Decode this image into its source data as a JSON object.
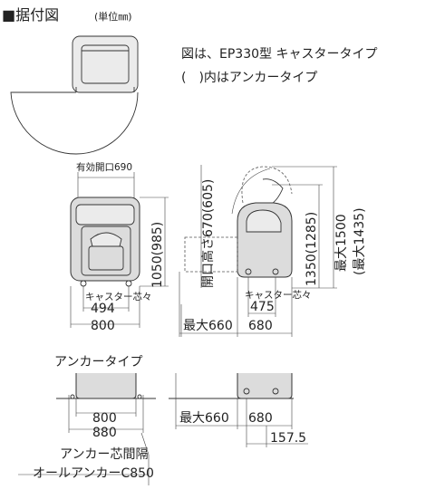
{
  "title": {
    "main": "■据付図",
    "unit": "(単位㎜)"
  },
  "notes": {
    "line1": "図は、EP330型 キャスタータイプ",
    "line2": "(　)内はアンカータイプ"
  },
  "front_view": {
    "opening_width": "有効開口690",
    "height": "1050(985)",
    "caster_center_label": "キャスター芯々",
    "caster_center": "494",
    "width": "800"
  },
  "side_view": {
    "opening_height": "開口高さ670(605)",
    "height": "1350(1285)",
    "max_height": "最大1500",
    "max_height_anchor": "(最大1435)",
    "caster_center_label": "キャスター芯々",
    "caster_center": "475",
    "max_depth": "最大660",
    "depth": "680"
  },
  "anchor_section": {
    "title": "アンカータイプ",
    "width": "800",
    "anchor_span": "880",
    "max_depth": "最大660",
    "depth": "680",
    "offset": "157.5",
    "label_anchor_center": "アンカー芯間隔",
    "label_all_anchor": "オールアンカーC850"
  },
  "colors": {
    "line": "#333333",
    "body_fill": "#dcdcdc",
    "text": "#222222"
  }
}
